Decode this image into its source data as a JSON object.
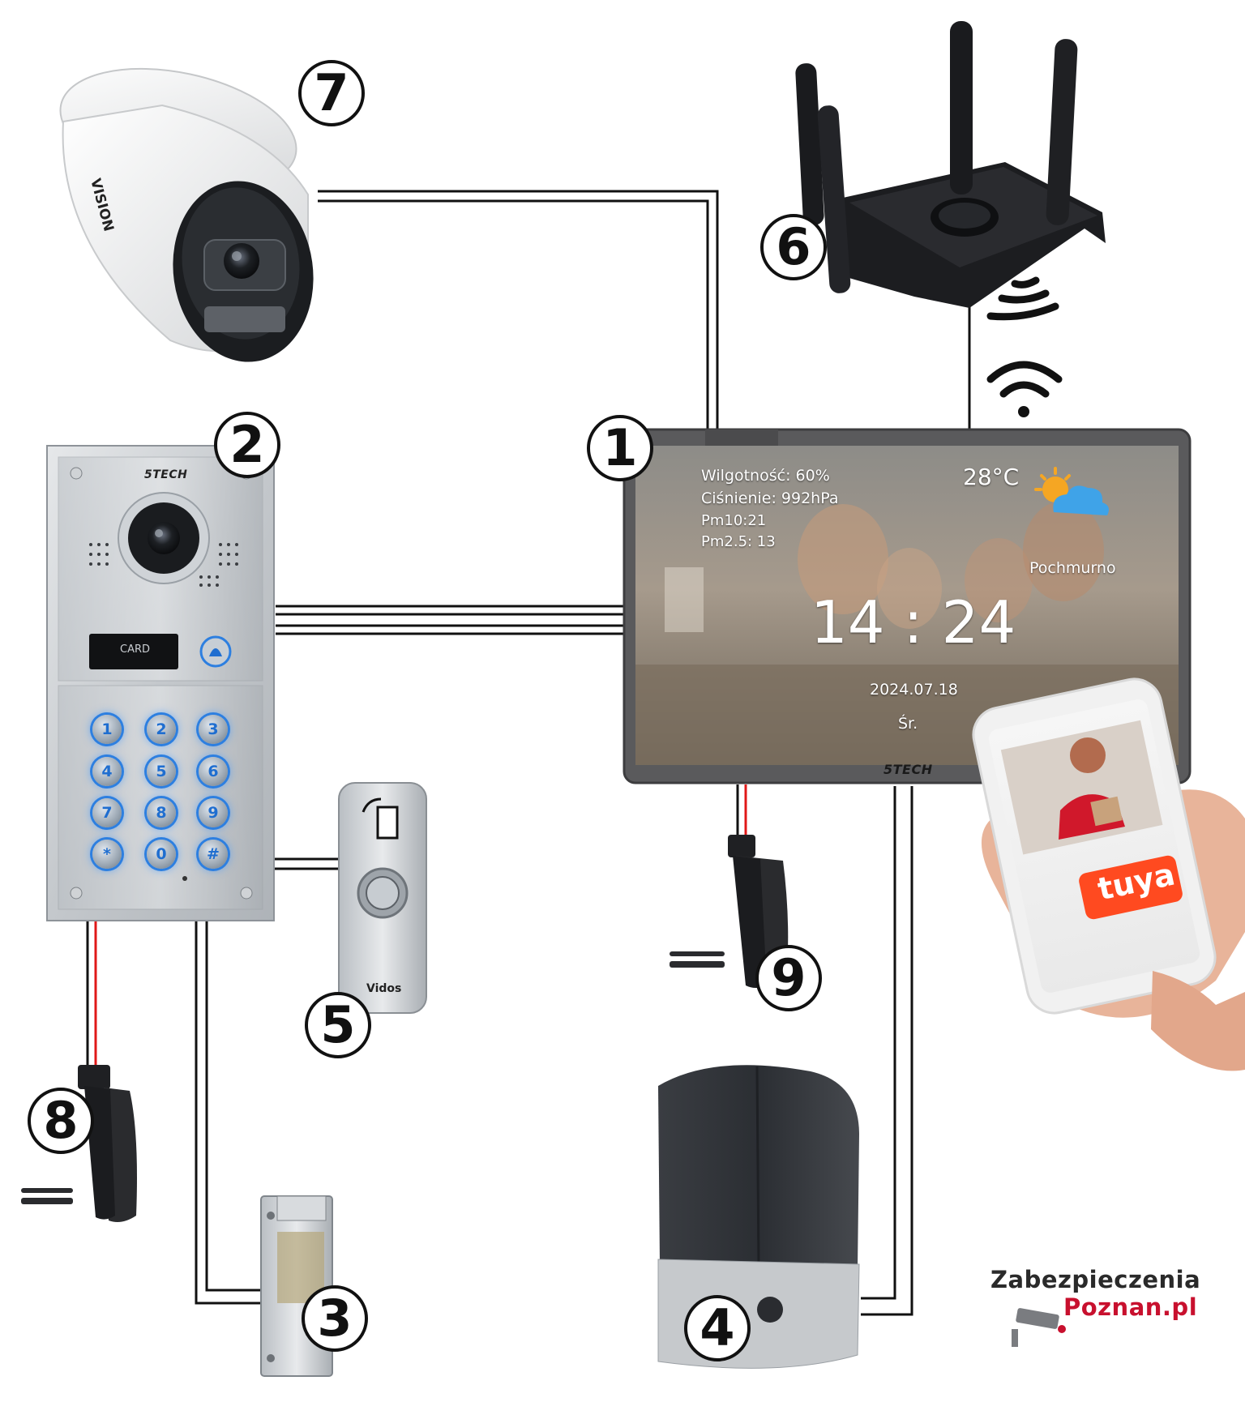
{
  "badges": [
    "1",
    "2",
    "3",
    "4",
    "5",
    "6",
    "7",
    "8",
    "9"
  ],
  "monitor": {
    "brand": "5TECH",
    "humidity": "Wilgotność: 60%",
    "pressure": "Ciśnienie: 992hPa",
    "pm10": "Pm10:21",
    "pm25": "Pm2.5: 13",
    "temperature": "28°C",
    "weather": "Pochmurno",
    "time": "14 : 24",
    "date": "2024.07.18",
    "day": "Śr."
  },
  "door_station": {
    "brand": "5TECH",
    "card_label": "CARD",
    "keys": [
      "1",
      "2",
      "3",
      "4",
      "5",
      "6",
      "7",
      "8",
      "9",
      "*",
      "0",
      "#"
    ]
  },
  "exit_button": {
    "brand": "Vidos"
  },
  "phone_app": {
    "app_name": "tuya"
  },
  "logo": {
    "line1": "Zabezpieczenia",
    "line2": "Poznan.pl"
  },
  "colors": {
    "wire": "#111111",
    "power_wire": "#e01818",
    "key_glow": "#2d7fe0",
    "logo_red": "#c8102e"
  }
}
